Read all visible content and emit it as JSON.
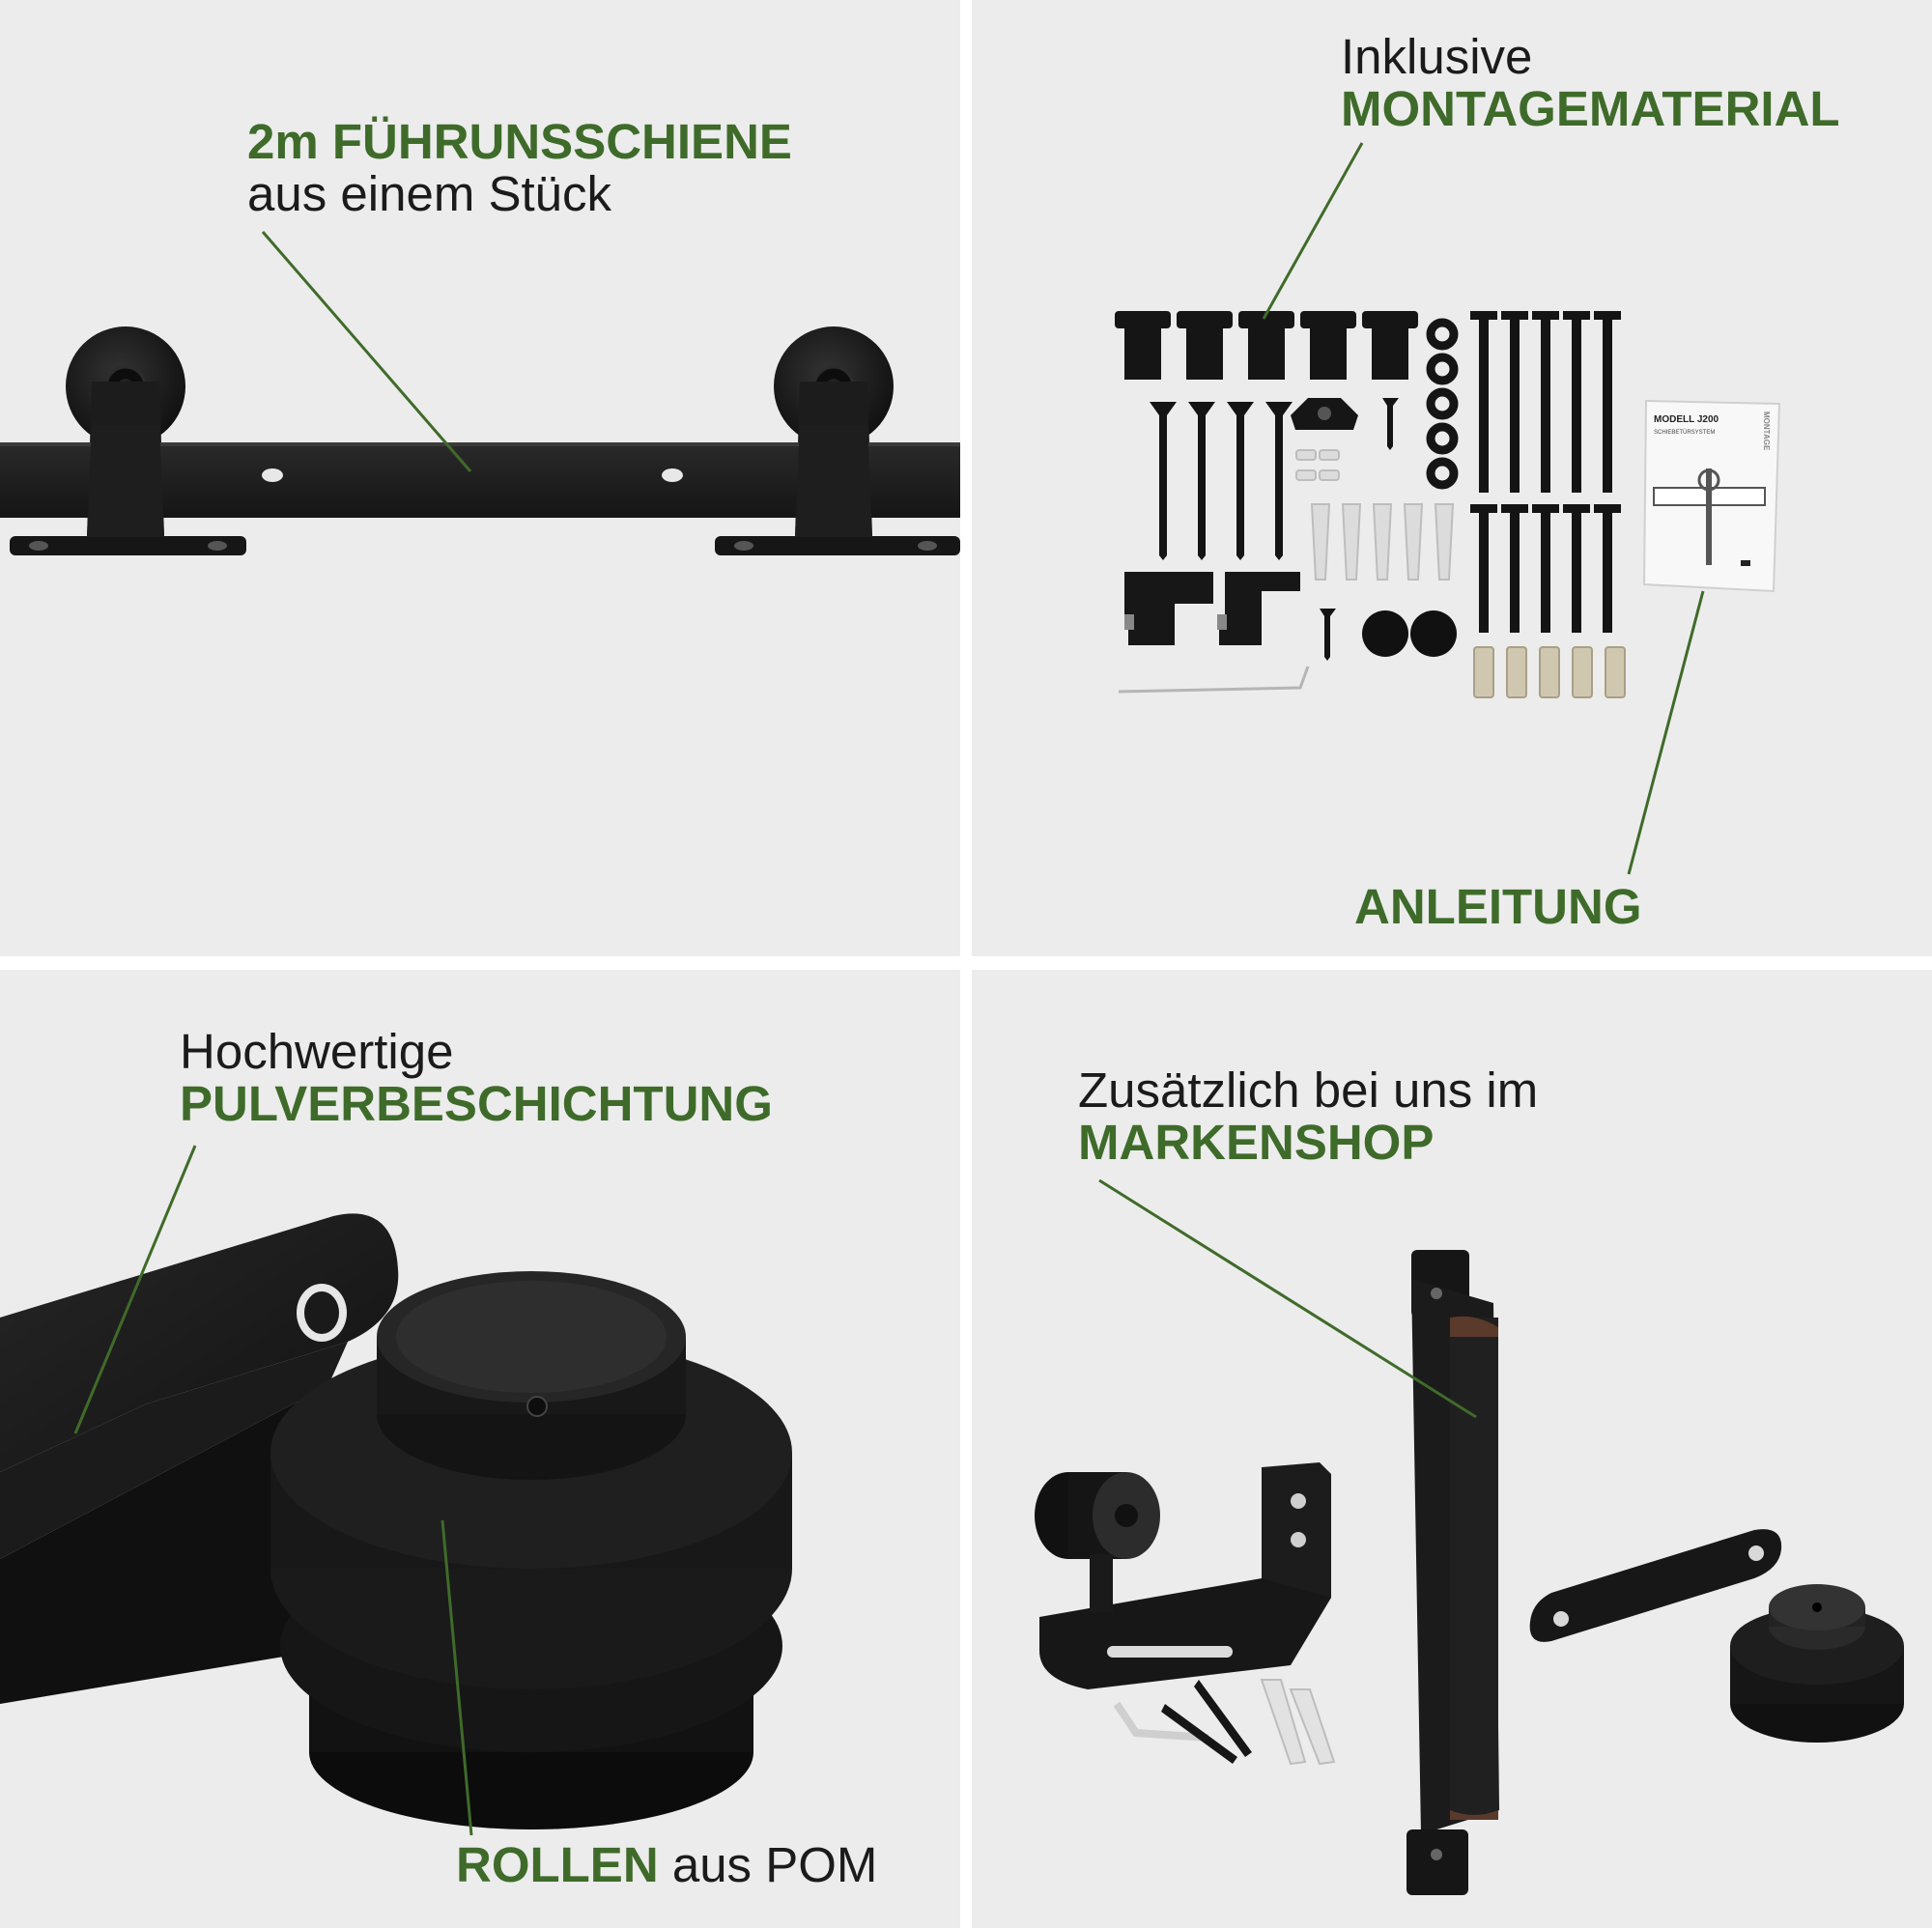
{
  "panels": {
    "rail": {
      "title_green": "2m FÜHRUNSSCHIENE",
      "title_black": "aus einem Stück"
    },
    "kit": {
      "title_black": "Inklusive",
      "title_green": "MONTAGEMATERIAL",
      "label_manual": "ANLEITUNG",
      "manual_title": "MODELL J200",
      "manual_subtitle": "SCHIEBETÜRSYSTEM",
      "manual_side": "MONTAGE"
    },
    "coating": {
      "title_black": "Hochwertige",
      "title_green": "PULVERBESCHICHTUNG",
      "rollen_green": "ROLLEN",
      "rollen_black": "aus POM"
    },
    "shop": {
      "title_black": "Zusätzlich bei uns im",
      "title_green": "MARKENSHOP"
    }
  },
  "colors": {
    "accent_green": "#3f6b2a",
    "panel_bg": "#ececec",
    "hardware": "#1a1a1a"
  }
}
